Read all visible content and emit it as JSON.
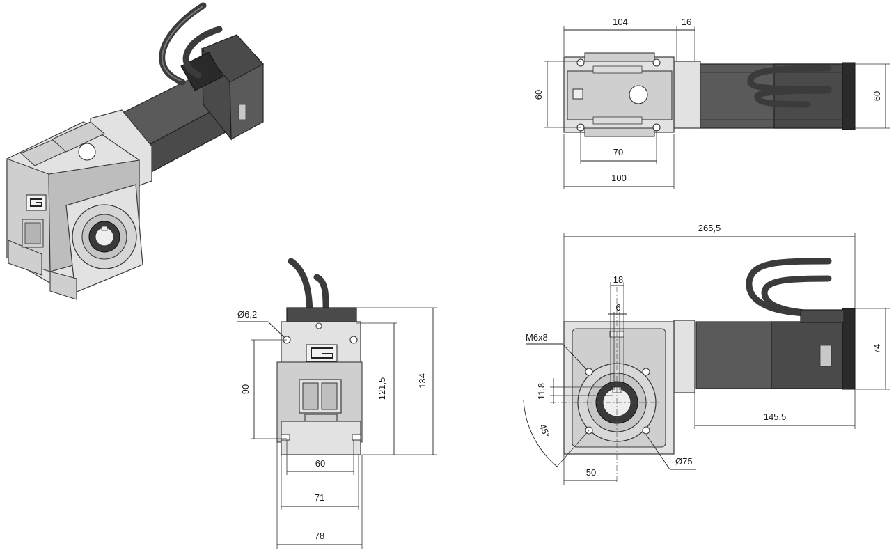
{
  "dimensions": {
    "top_length_gearbox": "104",
    "top_length_flange": "16",
    "top_height_left": "60",
    "top_height_right": "60",
    "top_hole_spacing": "70",
    "top_base_width": "100",
    "front_hole_diameter": "Ø6,2",
    "front_hole_height": "90",
    "front_shaft_height": "121,5",
    "front_total_height": "134",
    "front_hole_spacing": "60",
    "front_base_inner": "71",
    "front_base_outer": "78",
    "side_total_length": "265,5",
    "side_keyway_width": "18",
    "side_key_width": "6",
    "side_thread": "M6x8",
    "side_key_depth": "11,8",
    "side_angle": "45°",
    "side_motor_height": "74",
    "side_motor_length": "145,5",
    "side_pcd": "Ø75",
    "side_shaft_offset": "50"
  },
  "colors": {
    "housing": "#e2e2e2",
    "motor": "#5a5a5a",
    "cable": "#3b3b3b"
  }
}
